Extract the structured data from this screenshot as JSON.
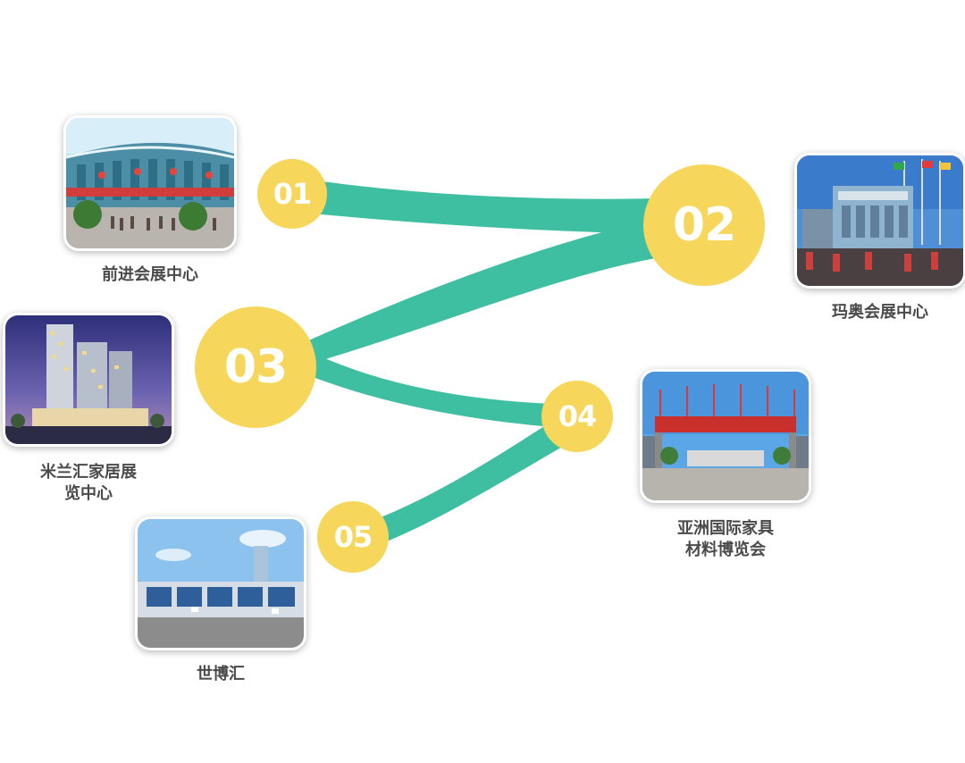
{
  "colors": {
    "node_fill": "#F6D75C",
    "node_text": "#FFFFFF",
    "connector": "#3FBFA2",
    "caption": "#4A4A4A"
  },
  "nodes": [
    {
      "label": "01"
    },
    {
      "label": "02"
    },
    {
      "label": "03"
    },
    {
      "label": "04"
    },
    {
      "label": "05"
    }
  ],
  "venues": [
    {
      "lines": [
        "前进会展中心"
      ],
      "photo_icon": "exhibition-hall-photo"
    },
    {
      "lines": [
        "玛奥会展中心"
      ],
      "photo_icon": "exhibition-center-flags-photo"
    },
    {
      "lines": [
        "米兰汇家居展",
        "览中心"
      ],
      "photo_icon": "high-rise-building-photo"
    },
    {
      "lines": [
        "亚洲国际家具",
        "材料博览会"
      ],
      "photo_icon": "expo-gate-photo"
    },
    {
      "lines": [
        "世博汇"
      ],
      "photo_icon": "shopping-mall-photo"
    }
  ]
}
